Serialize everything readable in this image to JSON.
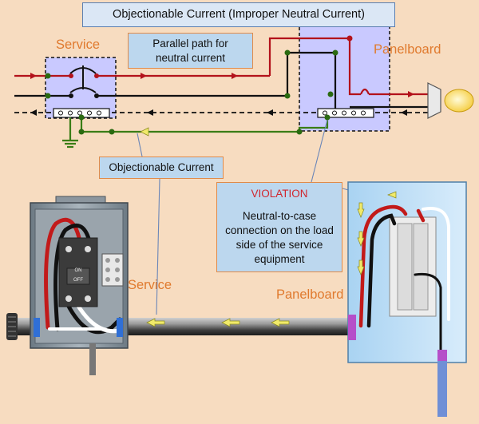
{
  "header": {
    "title": "Objectionable Current (Improper Neutral Current)"
  },
  "labels": {
    "service_top": "Service",
    "panelboard_top": "Panelboard",
    "service_bottom": "Service",
    "panelboard_bottom": "Panelboard"
  },
  "callouts": {
    "parallel_path": [
      "Parallel path for",
      "neutral  current"
    ],
    "objectionable_current": "Objectionable Current",
    "violation_title": "VIOLATION",
    "violation_text": [
      "Neutral-to-case",
      "connection on the load",
      "side of the service",
      "equipment"
    ]
  },
  "breaker": {
    "on": "ON",
    "off": "OFF"
  },
  "colors": {
    "background": "#f7dcc0",
    "hot_wire": "#b3121b",
    "neutral_wire": "#111111",
    "ground_wire": "#3a7d16",
    "enclosure_fill": "#c9c9ff",
    "label_orange": "#e07a2e",
    "violation_red": "#d1262d",
    "current_arrow": "#f1ea6a"
  }
}
